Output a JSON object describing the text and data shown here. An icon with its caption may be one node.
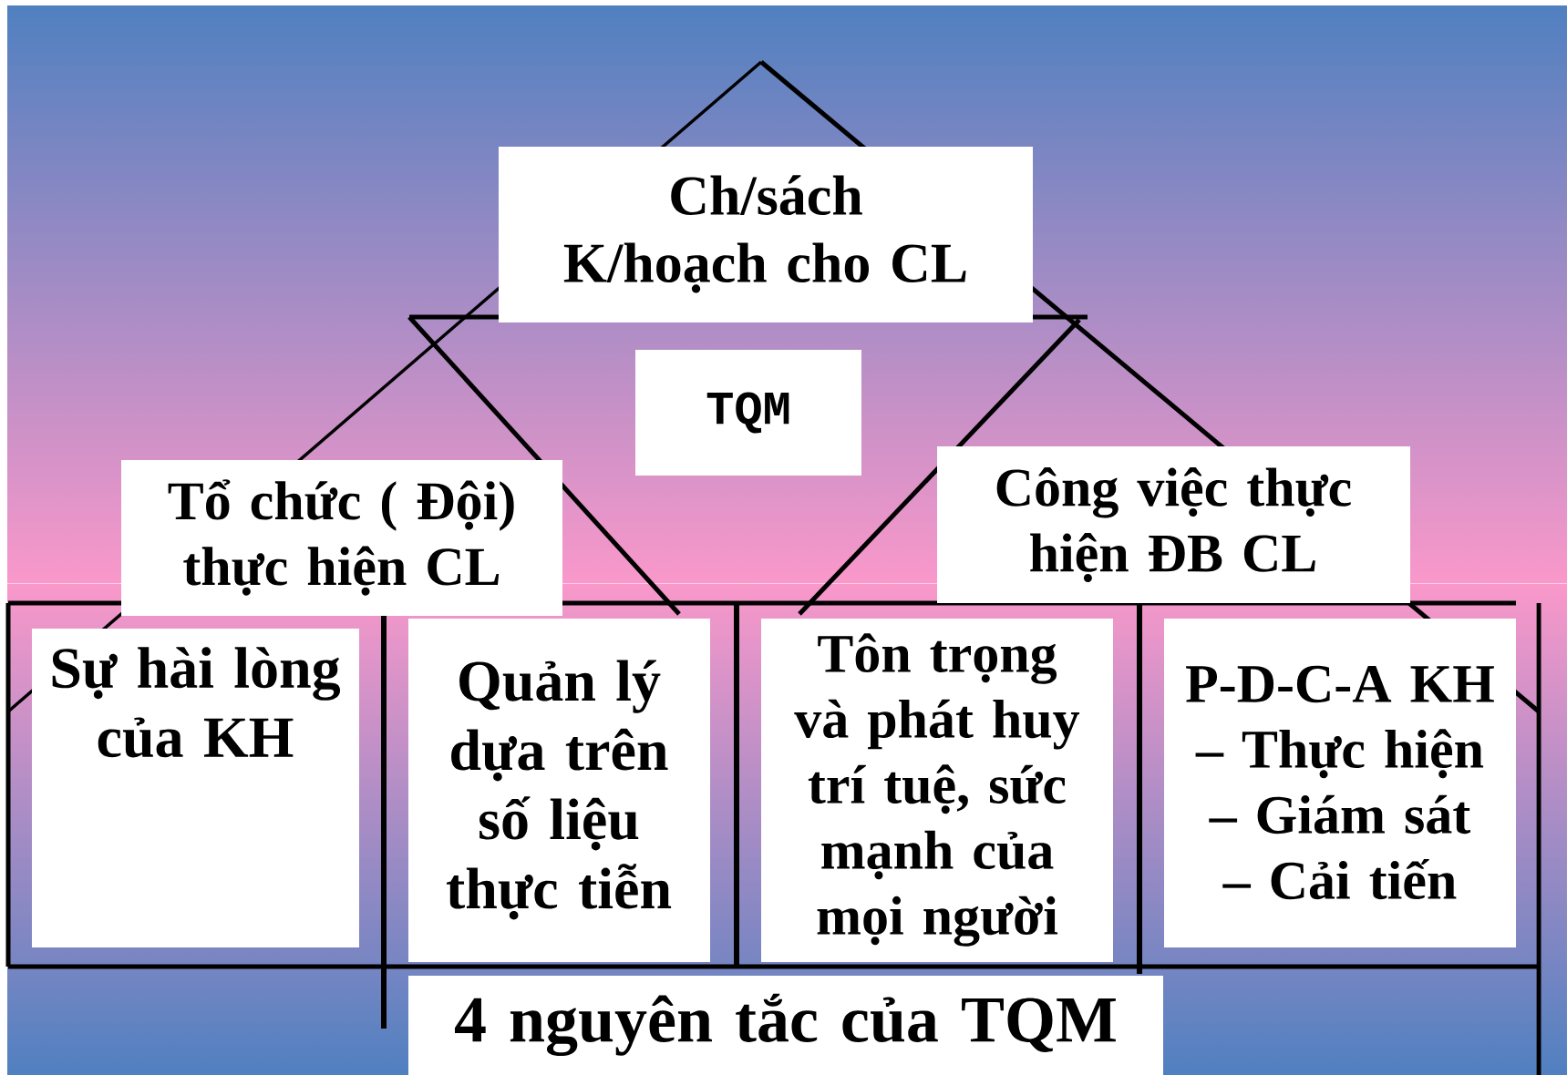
{
  "diagram": {
    "nodes": [
      {
        "text": [
          "Ch/sách K/hoạch cho CL"
        ]
      },
      {
        "text": [
          "TQM"
        ]
      },
      {
        "text": [
          "Tổ chức ( Đội) thực hiện CL"
        ]
      },
      {
        "text": [
          "Công việc thực hiện ĐB CL"
        ]
      },
      {
        "text": [
          "Sự hài lòng của KH"
        ]
      },
      {
        "text": [
          "Quản lý dựa trên số liệu thực tiễn"
        ]
      },
      {
        "text": [
          "Tôn trọng và phát huy trí tuệ, sức mạnh của mọi người"
        ]
      },
      {
        "text": [
          "P-D-C-A KH – Thực hiện – Giám sát – Cải tiến"
        ]
      },
      {
        "text": [
          "4 nguyên tắc của TQM"
        ]
      }
    ]
  }
}
